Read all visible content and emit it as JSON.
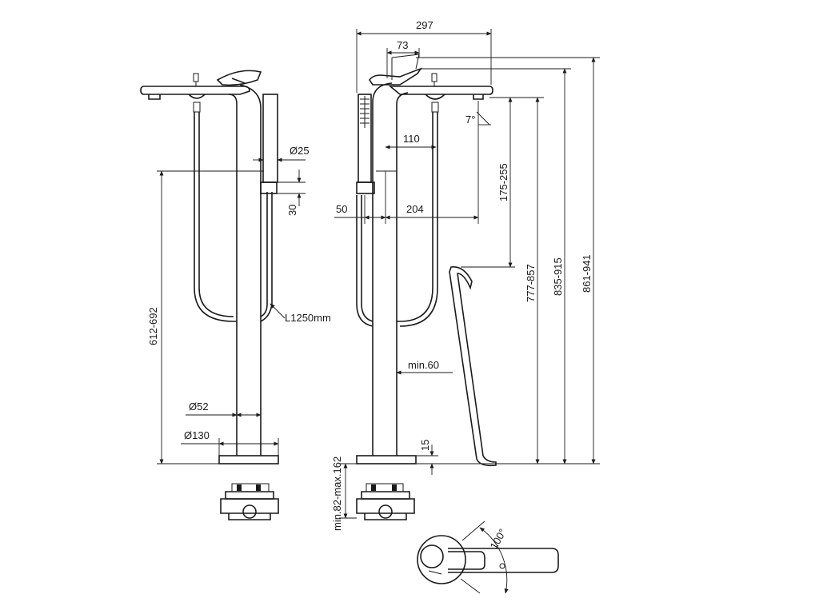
{
  "labels": {
    "width_overall": "297",
    "spout_offset": "73",
    "handle_offset": "110",
    "hand_shower_gap": "50",
    "spout_reach": "204",
    "spout_tilt": "7°",
    "dia_hand_shower": "Ø25",
    "holder_height": "30",
    "hose_length": "L1250mm",
    "holder_height_range": "612-692",
    "dia_column": "Ø52",
    "dia_base": "Ø130",
    "spout_drop": "175-255",
    "height_spout_outlet": "777-857",
    "height_spout_top": "835-915",
    "height_overall": "861-941",
    "bath_clearance": "min.60",
    "base_thickness": "15",
    "floor_depth": "min.82-max.162",
    "lever_rotation": "100°"
  }
}
